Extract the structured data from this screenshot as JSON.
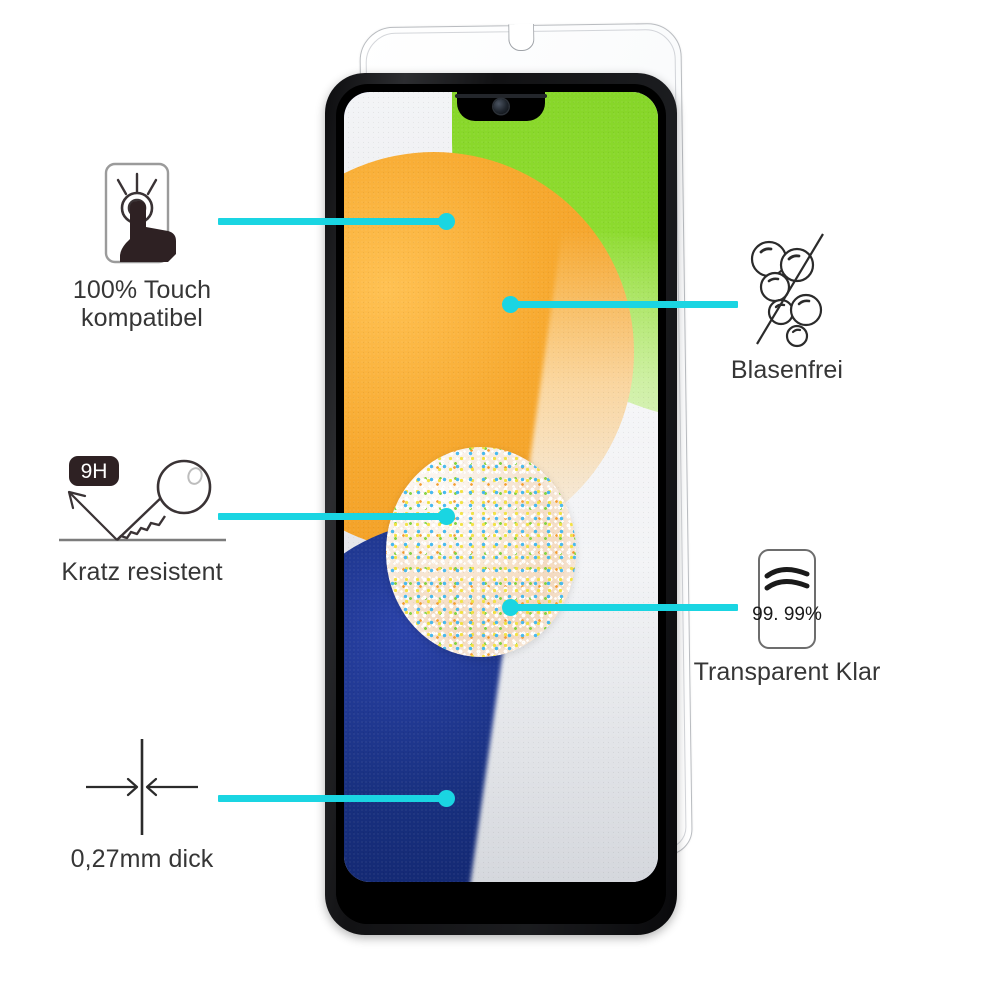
{
  "product": {
    "type": "tempered-glass-screen-protector",
    "device_depiction": "smartphone with waterdrop notch and floating glass protector"
  },
  "accent_color": "#1ad5e2",
  "text_color": "#363636",
  "features": [
    {
      "id": "touch",
      "icon": "touch-hand-icon",
      "label": "100% Touch\nkompatibel",
      "side": "left"
    },
    {
      "id": "scratch",
      "icon": "key-scratch-icon",
      "badge": "9H",
      "label": "Kratz resistent",
      "side": "left"
    },
    {
      "id": "thickness",
      "icon": "thickness-arrows-icon",
      "label": "0,27mm dick",
      "side": "left"
    },
    {
      "id": "bubble",
      "icon": "no-bubbles-icon",
      "label": "Blasenfrei",
      "side": "right"
    },
    {
      "id": "clarity",
      "icon": "transparency-icon",
      "badge": "99. 99%",
      "label": "Transparent Klar",
      "side": "right"
    }
  ],
  "wallpaper": {
    "colors": {
      "green": "#8ddb2e",
      "orange": "#f7a92f",
      "blue": "#18307f",
      "light": "#eceef1"
    }
  }
}
